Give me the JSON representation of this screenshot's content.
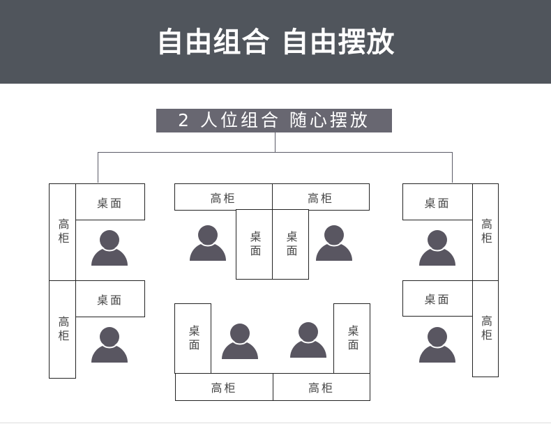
{
  "header": {
    "title": "自由组合 自由摆放"
  },
  "subtitle": "2 人位组合 随心摆放",
  "labels": {
    "desk": "桌面",
    "cabinet": "高柜"
  },
  "colors": {
    "header_bg": "#50555c",
    "bar_bg": "#686771",
    "person": "#595661"
  }
}
